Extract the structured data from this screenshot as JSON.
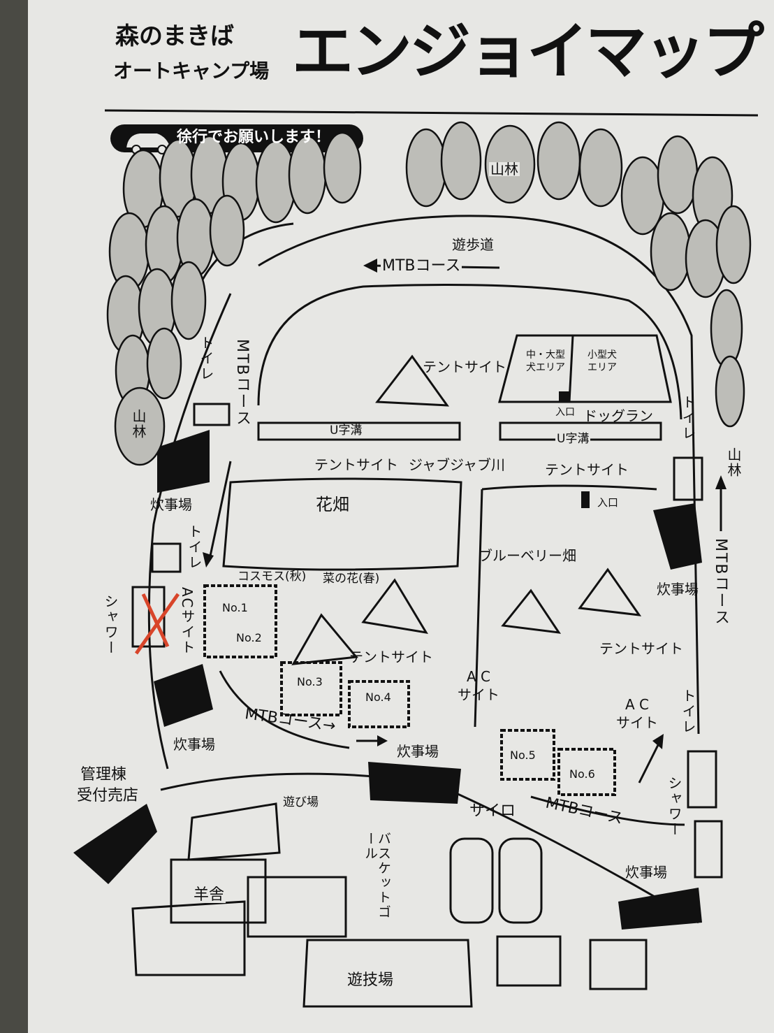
{
  "header": {
    "park_name_line1": "森のまきば",
    "park_name_line2": "オートキャンプ場",
    "title": "エンジョイマップ",
    "notice": "徐行でお願いします！"
  },
  "labels": {
    "forest": "山林",
    "promenade": "遊歩道",
    "mtb_course": "MTBコース",
    "mtb_top": "←MTBコース",
    "mtb_left": "MTBコース",
    "mtb_right": "MTBコース",
    "mtb_bottom_left": "MTBコース→",
    "mtb_bottom_right": "MTBコース",
    "toilet": "トイレ",
    "tent_site": "テントサイト",
    "dog_area_large": "中・大型犬エリア",
    "dog_area_small": "小型犬エリア",
    "entrance": "入口",
    "dog_run": "ドッグラン",
    "u_ditch": "U字溝",
    "stream": "ジャブジャブ川",
    "flower_field": "花畑",
    "cosmos": "コスモス(秋)",
    "rapeseed": "菜の花(春)",
    "blueberry_field": "ブルーベリー畑",
    "kitchen": "炊事場",
    "shower": "シャワー",
    "ac_site": "ACサイト",
    "ac_site_spaced": "A C サイト",
    "management": "管理棟",
    "reception_shop": "受付売店",
    "playground": "遊び場",
    "basket_goal": "バスケットゴール",
    "silo": "サイロ",
    "sheep_barn": "羊舎",
    "game_hall": "遊技場"
  },
  "ac_sites": [
    "No.1",
    "No.2",
    "No.3",
    "No.4",
    "No.5",
    "No.6"
  ],
  "colors": {
    "paper": "#e7e7e4",
    "ink": "#111111",
    "tree_fill": "#bdbdb8",
    "red_mark": "#d8452a"
  }
}
